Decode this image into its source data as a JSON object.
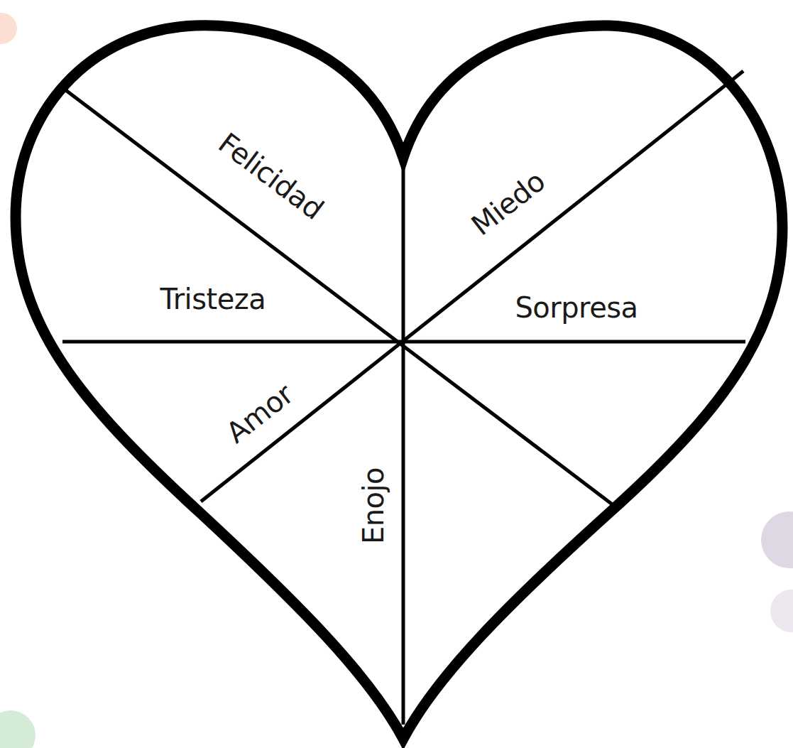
{
  "diagram": {
    "labels": [
      "Felicidad",
      "Miedo",
      "Tristeza",
      "Sorpresa",
      "Amor",
      "Enojo"
    ]
  }
}
